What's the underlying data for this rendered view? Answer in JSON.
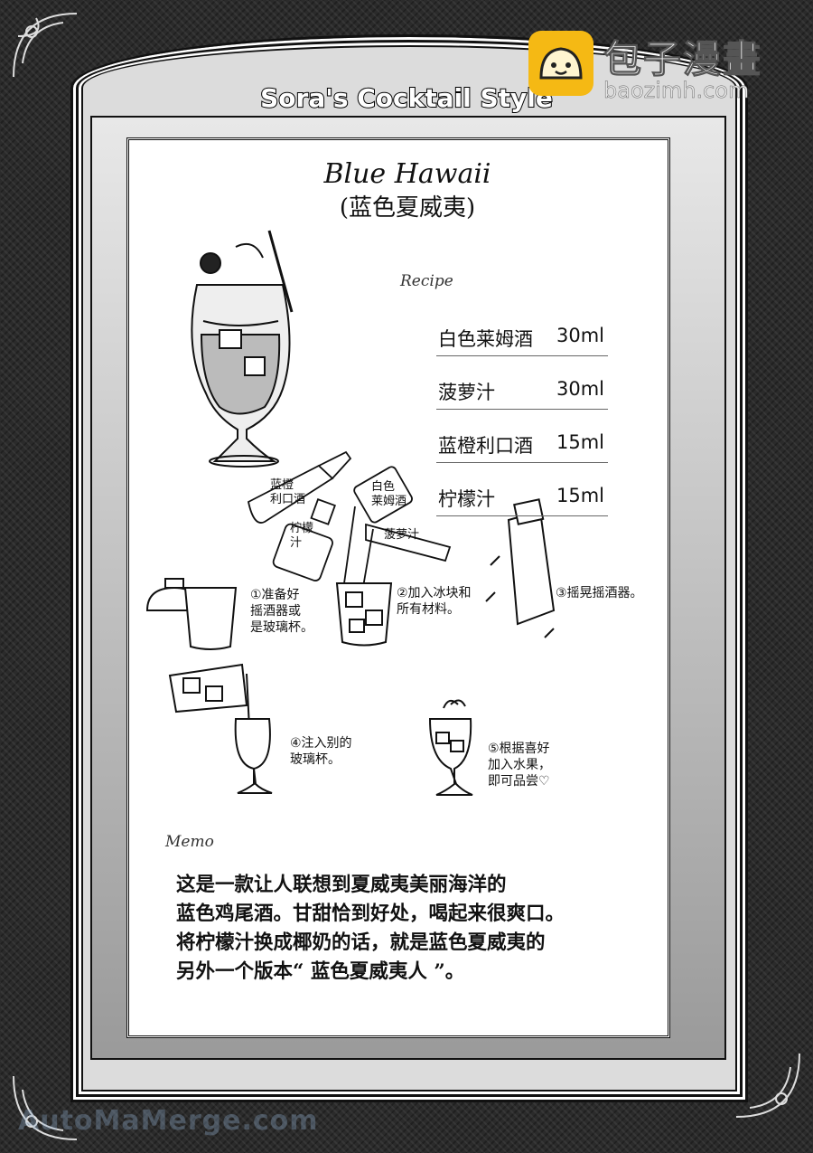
{
  "header": {
    "title": "Sora's Cocktail Style"
  },
  "cocktail": {
    "name_en": "Blue Hawaii",
    "name_cn": "(蓝色夏威夷)"
  },
  "recipe": {
    "label": "Recipe",
    "ingredients": [
      {
        "name": "白色莱姆酒",
        "amount": "30ml"
      },
      {
        "name": "菠萝汁",
        "amount": "30ml"
      },
      {
        "name": "蓝橙利口酒",
        "amount": "15ml"
      },
      {
        "name": "柠檬汁",
        "amount": "15ml"
      }
    ]
  },
  "bottle_labels": {
    "blue_curacao": [
      "蓝橙",
      "利口酒"
    ],
    "lemon": [
      "柠檬",
      "汁"
    ],
    "white_rum": [
      "白色",
      "莱姆酒"
    ],
    "pineapple": "菠萝汁"
  },
  "steps": [
    [
      "①准备好",
      "摇酒器或",
      "是玻璃杯。"
    ],
    [
      "②加入冰块和",
      "所有材料。"
    ],
    [
      "③摇晃摇酒器。"
    ],
    [
      "④注入别的",
      "玻璃杯。"
    ],
    [
      "⑤根据喜好",
      "加入水果，",
      "即可品尝♡"
    ]
  ],
  "memo": {
    "label": "Memo",
    "lines": [
      "这是一款让人联想到夏威夷美丽海洋的",
      "蓝色鸡尾酒。甘甜恰到好处，喝起来很爽口。",
      "将柠檬汁换成椰奶的话，就是蓝色夏威夷的",
      "另外一个版本“ 蓝色夏威夷人 ”。"
    ]
  },
  "brand": {
    "name": "包子漫畫",
    "url": "baozimh.com"
  },
  "watermark": "AutoMaMerge.com",
  "colors": {
    "badge": "#f5b914",
    "frame_dark": "#2b2b2b"
  }
}
